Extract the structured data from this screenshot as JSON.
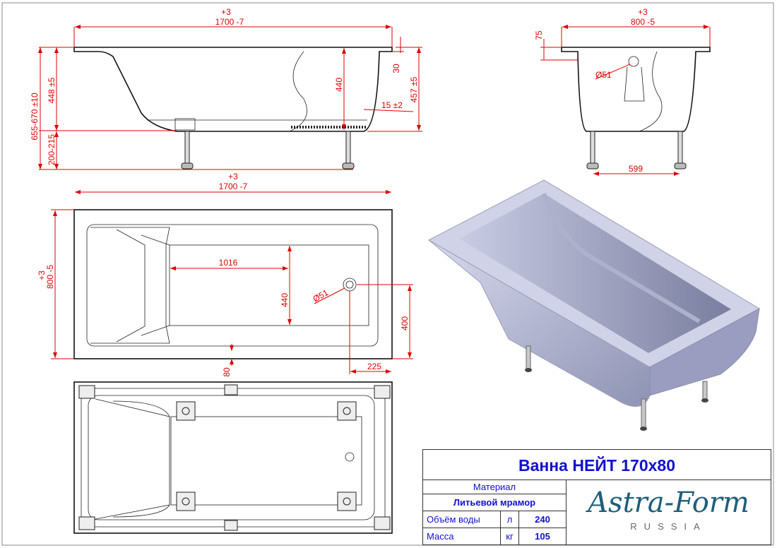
{
  "side_view": {
    "length_tol_plus": "+3",
    "length": "1700 -7",
    "total_height": "655-670 ±10",
    "body_height": "448 ±5",
    "leg_height": "200-215",
    "inner_depth": "440",
    "rim": "30",
    "outer_height": "457 ±5",
    "wall": "15 ±2"
  },
  "end_view": {
    "width_tol_plus": "+3",
    "width": "800 -5",
    "rim_offset": "75",
    "drain": "Ø51",
    "leg_span": "599"
  },
  "top_view": {
    "length_tol_plus": "+3",
    "length": "1700 -7",
    "width_tol_plus": "+3",
    "width": "800 -5",
    "bottom_length": "1016",
    "bottom_width": "440",
    "drain": "Ø51",
    "drain_y": "400",
    "drain_x": "225",
    "rim": "80"
  },
  "title_block": {
    "title": "Ванна НЕЙТ 170x80",
    "material_label": "Материал",
    "material_value": "Литьевой мрамор",
    "volume_label": "Объём воды",
    "volume_unit": "л",
    "volume_value": "240",
    "mass_label": "Масса",
    "mass_unit": "кг",
    "mass_value": "105",
    "logo_text": "Astra-Form",
    "logo_sub": "RUSSIA"
  },
  "colors": {
    "dimension": "#e00000",
    "title": "#1010d0",
    "logo": "#1f5f7a",
    "tub": "#b4b8d4"
  }
}
